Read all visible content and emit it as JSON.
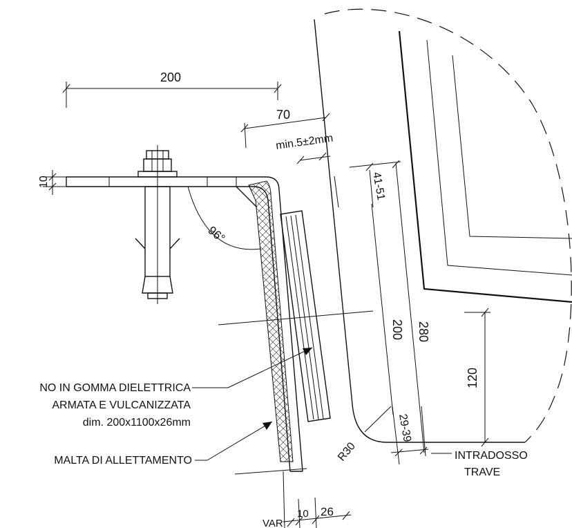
{
  "dimensions": {
    "d200_top": "200",
    "d70": "70",
    "min_gap": "min.5±2mm",
    "d10_left": "10",
    "d41_51": "41-51",
    "angle": "96°",
    "d200_vertical": "200",
    "d280": "280",
    "d120": "120",
    "d29_39": "29-39",
    "r30": "R30",
    "var": "VAR",
    "d10_bottom": "10",
    "d26": "26"
  },
  "labels": {
    "pad_line1": "NO IN GOMMA DIELETTRICA",
    "pad_line2": "ARMATA E VULCANIZZATA",
    "pad_line3": "dim. 200x1100x26mm",
    "mortar": "MALTA DI ALLETTAMENTO",
    "intrados_line1": "INTRADOSSO",
    "intrados_line2": "TRAVE"
  }
}
